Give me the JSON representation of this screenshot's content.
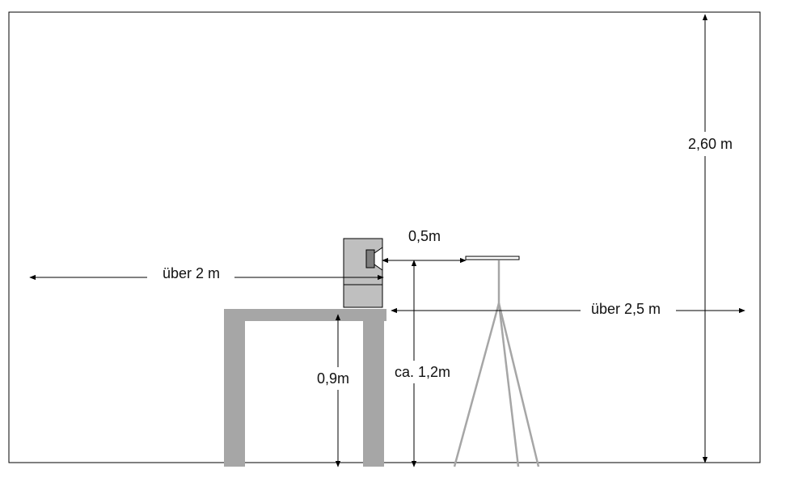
{
  "labels": {
    "room_height": "2,60 m",
    "distance_left": "über 2 m",
    "distance_right": "über 2,5 m",
    "speaker_to_mic": "0,5m",
    "table_height": "0,9m",
    "speaker_height": "ca. 1,2m"
  },
  "colors": {
    "line": "#000000",
    "table": "#a6a6a6",
    "speaker_fill": "#bfbfbf",
    "driver_fill": "#7f7f7f",
    "stand": "#a6a6a6"
  }
}
